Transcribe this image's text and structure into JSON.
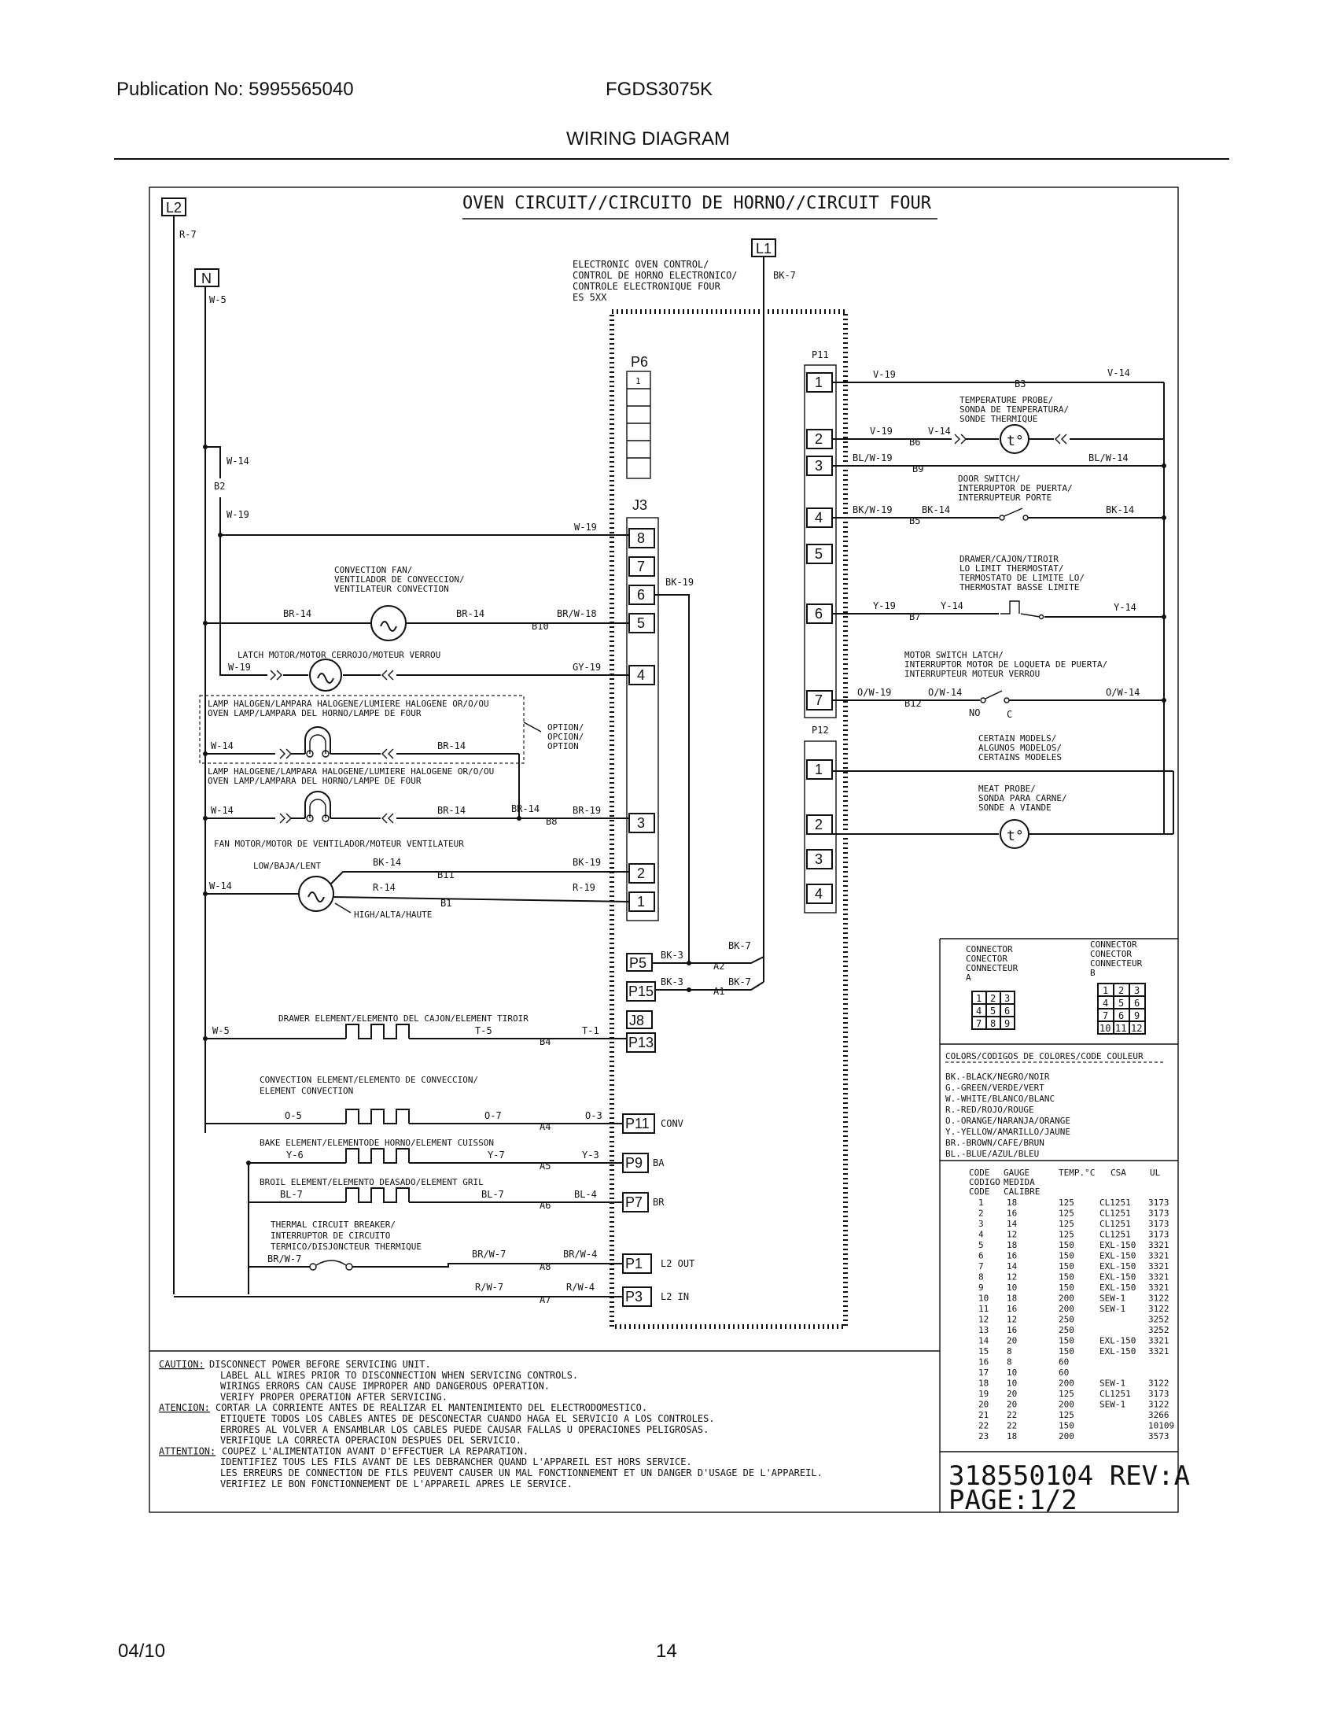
{
  "header": {
    "publication": "Publication No: 5995565040",
    "model": "FGDS3075K",
    "title": "WIRING DIAGRAM"
  },
  "footer": {
    "date": "04/10",
    "page": "14"
  },
  "diagram": {
    "title": "OVEN CIRCUIT//CIRCUITO DE HORNO//CIRCUIT FOUR",
    "nodes": {
      "l2": "L2",
      "n": "N",
      "l1": "L1",
      "b2": "B2"
    },
    "control": [
      "ELECTRONIC OVEN CONTROL/",
      "CONTROL DE HORNO ELECTRONICO/",
      "CONTROLE ELECTRONIQUE FOUR",
      "ES 5XX"
    ],
    "connectors": {
      "p6": "P6",
      "p6_pin": "1",
      "j3": "J3",
      "p11": "P11",
      "p12": "P12",
      "p5": "P5",
      "p15": "P15",
      "j8": "J8",
      "p13": "P13",
      "p11b": "P11",
      "conv": "CONV",
      "p9": "P9",
      "ba": "BA",
      "p7": "P7",
      "br": "BR",
      "p1": "P1",
      "l2out": "L2 OUT",
      "p3": "P3",
      "l2in": "L2 IN"
    },
    "j3_pins": [
      "8",
      "7",
      "6",
      "5",
      "4",
      "3",
      "2",
      "1"
    ],
    "p11_pins": [
      "1",
      "2",
      "3",
      "4",
      "5",
      "6",
      "7"
    ],
    "p12_pins": [
      "1",
      "2",
      "3",
      "4"
    ],
    "wires": {
      "r7": "R-7",
      "w5": "W-5",
      "bk7": "BK-7",
      "w14": "W-14",
      "w19": "W-19",
      "w19b": "W-19",
      "br14a": "BR-14",
      "br14b": "BR-14",
      "brw18": "BR/W-18",
      "b10": "B10",
      "w19c": "W-19",
      "gy19": "GY-19",
      "w14b": "W-14",
      "br14c": "BR-14",
      "w14c": "W-14",
      "br14d": "BR-14",
      "br14e": "BR-14",
      "b8": "B8",
      "br19": "BR-19",
      "bk14": "BK-14",
      "b11": "B11",
      "bk19": "BK-19",
      "w14d": "W-14",
      "r14": "R-14",
      "b1": "B1",
      "r19": "R-19",
      "bk19j": "BK-19",
      "bk3a": "BK-3",
      "bk7a": "BK-7",
      "a2": "A2",
      "bk3b": "BK-3",
      "a1": "A1",
      "bk7b": "BK-7",
      "w5b": "W-5",
      "t5": "T-5",
      "b4": "B4",
      "t1": "T-1",
      "o5": "O-5",
      "o7": "O-7",
      "a4": "A4",
      "o3": "O-3",
      "y6": "Y-6",
      "y7": "Y-7",
      "a5": "A5",
      "y3": "Y-3",
      "bl7": "BL-7",
      "bl7b": "BL-7",
      "a6": "A6",
      "bl4": "BL-4",
      "brw7": "BR/W-7",
      "brw7b": "BR/W-7",
      "a8": "A8",
      "brw4": "BR/W-4",
      "rw7": "R/W-7",
      "a7": "A7",
      "rw4": "R/W-4",
      "v19": "V-19",
      "b3": "B3",
      "v14": "V-14",
      "v19b": "V-19",
      "b6": "B6",
      "v14b": "V-14",
      "blw19": "BL/W-19",
      "b9": "B9",
      "blw14": "BL/W-14",
      "bkw19": "BK/W-19",
      "bk14b": "BK-14",
      "b5": "B5",
      "bk14c": "BK-14",
      "y19": "Y-19",
      "b7": "B7",
      "y14": "Y-14",
      "y14b": "Y-14",
      "ow19": "O/W-19",
      "b12": "B12",
      "ow14": "O/W-14",
      "ow14b": "O/W-14",
      "no": "NO",
      "c": "C"
    },
    "components": {
      "conv_fan": [
        "CONVECTION FAN/",
        "VENTILADOR DE CONVECCION/",
        "VENTILATEUR CONVECTION"
      ],
      "latch": "LATCH MOTOR/MOTOR CERROJO/MOTEUR VERROU",
      "lamp1": [
        "LAMP HALOGEN/LAMPARA HALOGENE/LUMIERE HALOGENE OR/O/OU",
        "OVEN LAMP/LAMPARA DEL HORNO/LAMPE DE FOUR"
      ],
      "option": [
        "OPTION/",
        "OPCION/",
        "OPTION"
      ],
      "lamp2": [
        "LAMP HALOGENE/LAMPARA HALOGENE/LUMIERE HALOGENE OR/O/OU",
        "OVEN LAMP/LAMPARA DEL HORNO/LAMPE DE FOUR"
      ],
      "fan_motor": "FAN MOTOR/MOTOR DE VENTILADOR/MOTEUR VENTILATEUR",
      "low": "LOW/BAJA/LENT",
      "high": "HIGH/ALTA/HAUTE",
      "drawer_el": "DRAWER ELEMENT/ELEMENTO DEL CAJON/ELEMENT TIROIR",
      "conv_el": [
        "CONVECTION ELEMENT/ELEMENTO DE CONVECCION/",
        "ELEMENT CONVECTION"
      ],
      "bake_el": "BAKE ELEMENT/ELEMENTODE HORNO/ELEMENT CUISSON",
      "broil_el": "BROIL ELEMENT/ELEMENTO DEASADO/ELEMENT GRIL",
      "breaker": [
        "THERMAL CIRCUIT BREAKER/",
        "INTERRUPTOR DE CIRCUITO",
        "TERMICO/DISJONCTEUR THERMIQUE"
      ],
      "temp_probe": [
        "TEMPERATURE PROBE/",
        "SONDA DE TENPERATURA/",
        "SONDE THERMIQUE"
      ],
      "door_sw": [
        "DOOR SWITCH/",
        "INTERRUPTOR DE PUERTA/",
        "INTERRUPTEUR PORTE"
      ],
      "drawer_t": [
        "DRAWER/CAJON/TIROIR",
        "LO LIMIT THERMOSTAT/",
        "TERMOSTATO DE LIMITE LO/",
        "THERMOSTAT BASSE LIMITE"
      ],
      "motor_sw": [
        "MOTOR SWITCH LATCH/",
        "INTERRUPTOR MOTOR DE LOQUETA DE PUERTA/",
        "INTERRUPTEUR MOTEUR VERROU"
      ],
      "certain": [
        "CERTAIN MODELS/",
        "ALGUNOS MODELOS/",
        "CERTAINS MODELES"
      ],
      "meat_probe": [
        "MEAT PROBE/",
        "SONDA PARA CARNE/",
        "SONDE A VIANDE"
      ],
      "t_symbol": "t°"
    },
    "connector_legend": {
      "a_label": [
        "CONNECTOR",
        "CONECTOR",
        "CONNECTEUR",
        "A"
      ],
      "b_label": [
        "CONNECTOR",
        "CONECTOR",
        "CONNECTEUR",
        "B"
      ],
      "a_grid": [
        [
          "1",
          "2",
          "3"
        ],
        [
          "4",
          "5",
          "6"
        ],
        [
          "7",
          "8",
          "9"
        ]
      ],
      "b_grid": [
        [
          "1",
          "2",
          "3"
        ],
        [
          "4",
          "5",
          "6"
        ],
        [
          "7",
          "6",
          "9"
        ],
        [
          "10",
          "11",
          "12"
        ]
      ]
    },
    "colors_title": "COLORS/CODIGOS DE COLORES/CODE COULEUR",
    "colors": [
      "BK.-BLACK/NEGRO/NOIR",
      "G.-GREEN/VERDE/VERT",
      "W.-WHITE/BLANCO/BLANC",
      "R.-RED/ROJO/ROUGE",
      "O.-ORANGE/NARANJA/ORANGE",
      "Y.-YELLOW/AMARILLO/JAUNE",
      "BR.-BROWN/CAFE/BRUN",
      "BL.-BLUE/AZUL/BLEU"
    ],
    "gauge_headers": {
      "code": "CODE",
      "codigo": "CODIGO",
      "code2": "CODE",
      "gauge": "GAUGE",
      "medida": "MEDIDA",
      "calibre": "CALIBRE",
      "temp": "TEMP.°C",
      "csa": "CSA",
      "ul": "UL"
    },
    "gauge_table": [
      [
        "1",
        "18",
        "125",
        "CL1251",
        "3173"
      ],
      [
        "2",
        "16",
        "125",
        "CL1251",
        "3173"
      ],
      [
        "3",
        "14",
        "125",
        "CL1251",
        "3173"
      ],
      [
        "4",
        "12",
        "125",
        "CL1251",
        "3173"
      ],
      [
        "5",
        "18",
        "150",
        "EXL-150",
        "3321"
      ],
      [
        "6",
        "16",
        "150",
        "EXL-150",
        "3321"
      ],
      [
        "7",
        "14",
        "150",
        "EXL-150",
        "3321"
      ],
      [
        "8",
        "12",
        "150",
        "EXL-150",
        "3321"
      ],
      [
        "9",
        "10",
        "150",
        "EXL-150",
        "3321"
      ],
      [
        "10",
        "18",
        "200",
        "SEW-1",
        "3122"
      ],
      [
        "11",
        "16",
        "200",
        "SEW-1",
        "3122"
      ],
      [
        "12",
        "12",
        "250",
        "",
        "3252"
      ],
      [
        "13",
        "16",
        "250",
        "",
        "3252"
      ],
      [
        "14",
        "20",
        "150",
        "EXL-150",
        "3321"
      ],
      [
        "15",
        "8",
        "150",
        "EXL-150",
        "3321"
      ],
      [
        "16",
        "8",
        "60",
        "",
        ""
      ],
      [
        "17",
        "10",
        "60",
        "",
        ""
      ],
      [
        "18",
        "10",
        "200",
        "SEW-1",
        "3122"
      ],
      [
        "19",
        "20",
        "125",
        "CL1251",
        "3173"
      ],
      [
        "20",
        "20",
        "200",
        "SEW-1",
        "3122"
      ],
      [
        "21",
        "22",
        "125",
        "",
        "3266"
      ],
      [
        "22",
        "22",
        "150",
        "",
        "10109"
      ],
      [
        "23",
        "18",
        "200",
        "",
        "3573"
      ]
    ],
    "part_number": "318550104 REV:A",
    "page": "PAGE:1/2",
    "caution": [
      {
        "label": "CAUTION:",
        "text": "DISCONNECT POWER BEFORE SERVICING UNIT."
      },
      {
        "label": "",
        "text": "LABEL ALL WIRES PRIOR TO DISCONNECTION WHEN SERVICING CONTROLS."
      },
      {
        "label": "",
        "text": "WIRINGS ERRORS CAN CAUSE IMPROPER AND DANGEROUS OPERATION."
      },
      {
        "label": "",
        "text": "VERIFY PROPER OPERATION AFTER SERVICING."
      },
      {
        "label": "ATENCION:",
        "text": "CORTAR LA CORRIENTE ANTES DE REALIZAR EL MANTENIMIENTO DEL ELECTRODOMESTICO."
      },
      {
        "label": "",
        "text": "ETIQUETE TODOS LOS CABLES ANTES DE DESCONECTAR CUANDO HAGA EL SERVICIO A LOS CONTROLES."
      },
      {
        "label": "",
        "text": "ERRORES AL VOLVER A ENSAMBLAR LOS CABLES PUEDE CAUSAR FALLAS U OPERACIONES PELIGROSAS."
      },
      {
        "label": "",
        "text": "VERIFIQUE LA CORRECTA OPERACION DESPUES DEL SERVICIO."
      },
      {
        "label": "ATTENTION:",
        "text": "COUPEZ L'ALIMENTATION AVANT D'EFFECTUER LA REPARATION."
      },
      {
        "label": "",
        "text": "IDENTIFIEZ TOUS LES FILS AVANT DE LES DEBRANCHER QUAND L'APPAREIL EST HORS SERVICE."
      },
      {
        "label": "",
        "text": "LES ERREURS DE CONNECTION DE FILS PEUVENT CAUSER UN MAL FONCTIONNEMENT ET UN DANGER D'USAGE DE L'APPAREIL."
      },
      {
        "label": "",
        "text": "VERIFIEZ LE BON FONCTIONNEMENT DE L'APPAREIL APRES LE SERVICE."
      }
    ]
  }
}
